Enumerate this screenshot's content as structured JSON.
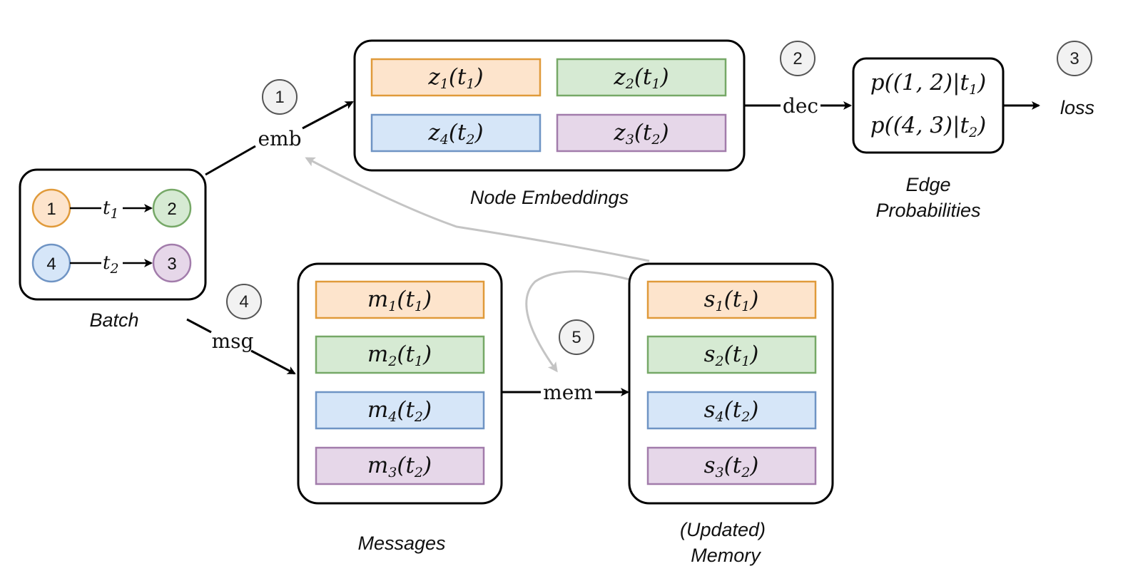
{
  "colors": {
    "orange_fill": "#fde4cc",
    "orange_stroke": "#e09a3a",
    "green_fill": "#d6ead3",
    "green_stroke": "#76a867",
    "blue_fill": "#d6e6f8",
    "blue_stroke": "#6f94c4",
    "purple_fill": "#e6d7e9",
    "purple_stroke": "#a27cab",
    "gray_arrow": "#c4c4c4",
    "step_fill": "#f2f2f2"
  },
  "batch": {
    "caption": "Batch",
    "nodes": [
      "1",
      "2",
      "4",
      "3"
    ],
    "edges": [
      {
        "from": "1",
        "to": "2",
        "label": "t",
        "sub": "1"
      },
      {
        "from": "4",
        "to": "3",
        "label": "t",
        "sub": "2"
      }
    ]
  },
  "embeddings": {
    "caption": "Node Embeddings",
    "cells": [
      {
        "var": "z",
        "idx": "1",
        "t": "1"
      },
      {
        "var": "z",
        "idx": "2",
        "t": "1"
      },
      {
        "var": "z",
        "idx": "4",
        "t": "2"
      },
      {
        "var": "z",
        "idx": "3",
        "t": "2"
      }
    ]
  },
  "edge_probs": {
    "caption_line1": "Edge",
    "caption_line2": "Probabilities",
    "rows": [
      {
        "pair": "1, 2",
        "t": "1"
      },
      {
        "pair": "4, 3",
        "t": "2"
      }
    ]
  },
  "loss": "loss",
  "messages": {
    "caption": "Messages",
    "cells": [
      {
        "var": "m",
        "idx": "1",
        "t": "1"
      },
      {
        "var": "m",
        "idx": "2",
        "t": "1"
      },
      {
        "var": "m",
        "idx": "4",
        "t": "2"
      },
      {
        "var": "m",
        "idx": "3",
        "t": "2"
      }
    ]
  },
  "memory": {
    "caption_line1": "(Updated)",
    "caption_line2": "Memory",
    "cells": [
      {
        "var": "s",
        "idx": "1",
        "t": "1"
      },
      {
        "var": "s",
        "idx": "2",
        "t": "1"
      },
      {
        "var": "s",
        "idx": "4",
        "t": "2"
      },
      {
        "var": "s",
        "idx": "3",
        "t": "2"
      }
    ]
  },
  "operations": {
    "emb": "emb",
    "dec": "dec",
    "msg": "msg",
    "mem": "mem"
  },
  "steps": [
    "1",
    "2",
    "3",
    "4",
    "5"
  ]
}
